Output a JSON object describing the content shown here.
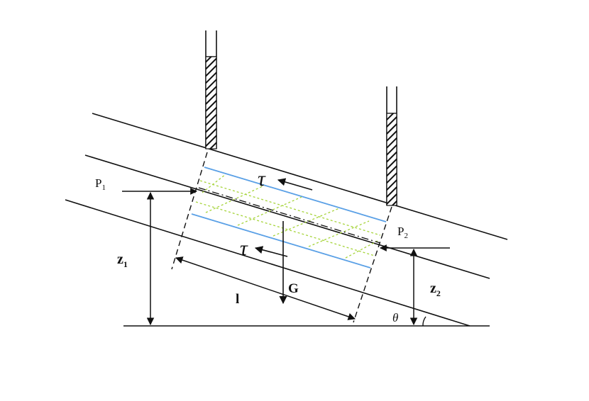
{
  "labels": {
    "p1_main": "P",
    "p1_sub": "1",
    "p2_main": "P",
    "p2_sub": "2",
    "tau_upper": "τ",
    "tau_lower": "τ",
    "z1_main": "z",
    "z1_sub": "1",
    "z2_main": "z",
    "z2_sub": "2",
    "length": "l",
    "weight": "G",
    "angle": "θ"
  },
  "colors": {
    "line": "#111111",
    "streamline": "#5aa0e6",
    "hatch_fluid": "#a6d43a",
    "tube_fill": "#ffffff"
  }
}
